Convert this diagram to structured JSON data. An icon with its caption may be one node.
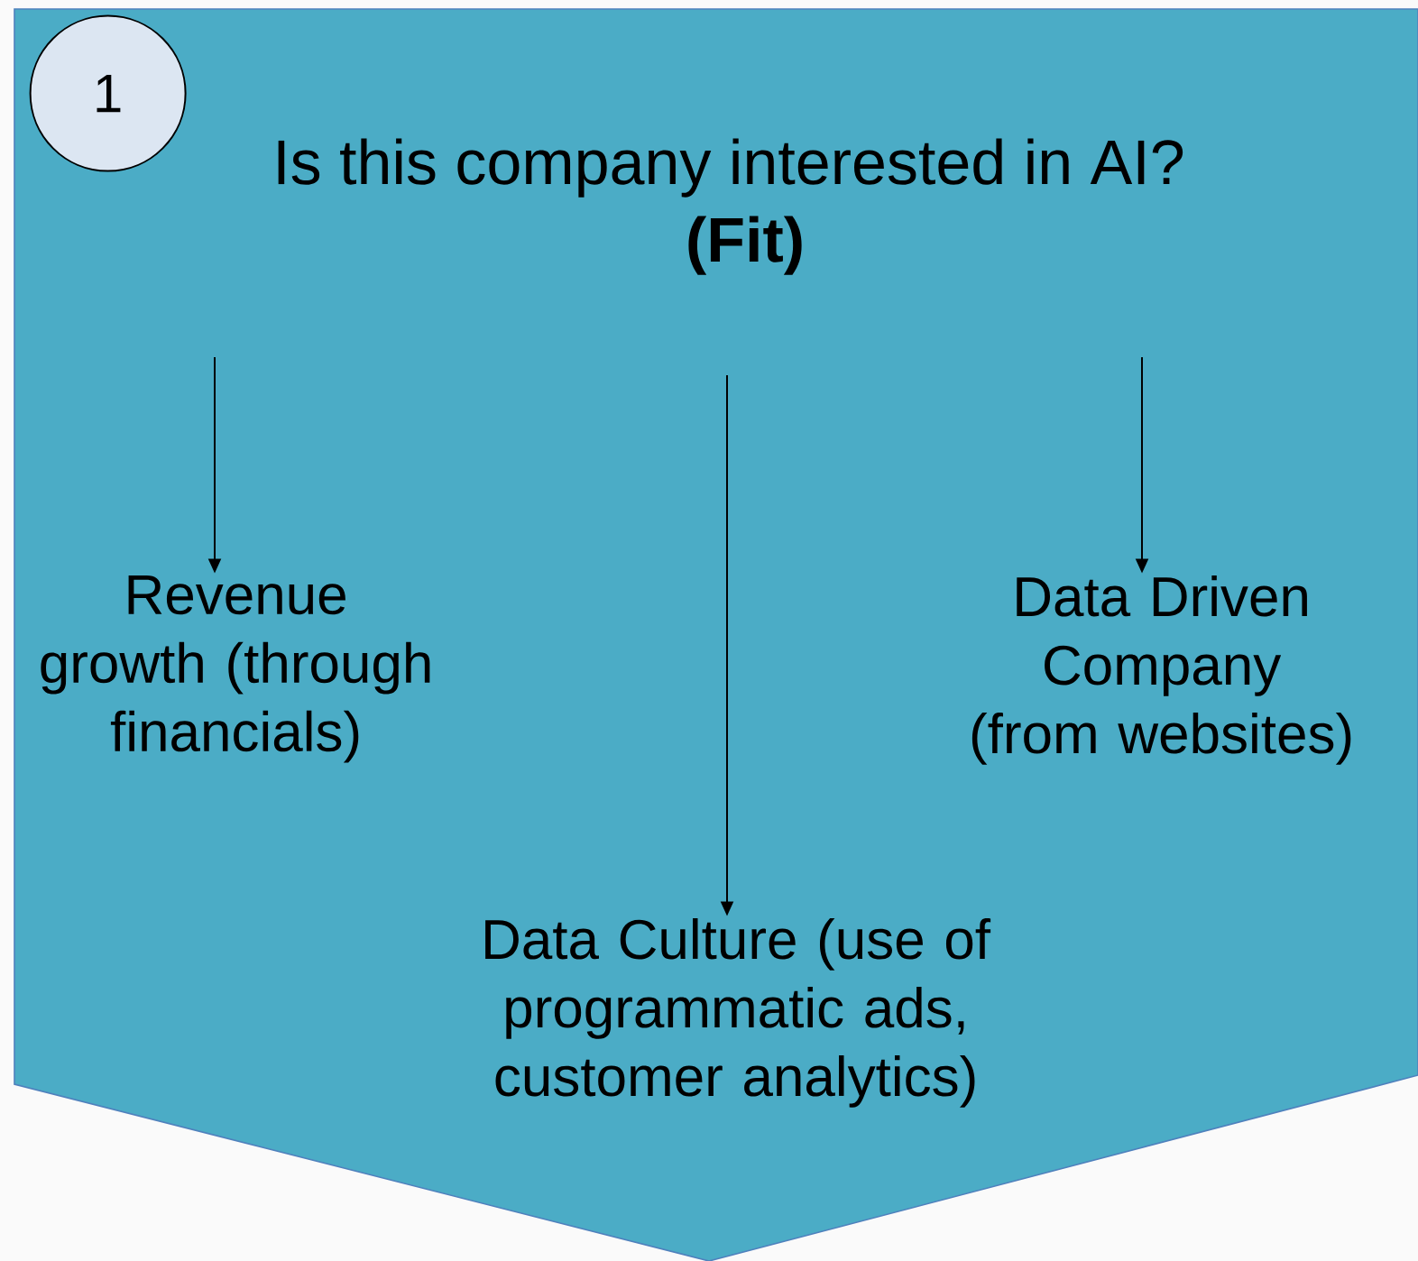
{
  "diagram": {
    "nodes": [
      {
        "text": [
          "Is this company interested in AI?",
          "(Fit)"
        ]
      },
      {
        "text": [
          "1"
        ],
        "in": 0
      },
      {
        "text": [
          "Revenue growth (through financials)"
        ],
        "in": 0
      },
      {
        "text": [
          "Data Driven Company (from websites)"
        ],
        "in": 0
      },
      {
        "text": [
          "Data Culture (use of programmatic ads, customer analytics)"
        ],
        "in": 0
      }
    ],
    "edges": [
      {
        "from": null,
        "to": 2,
        "arrow": "to"
      },
      {
        "from": null,
        "to": 4,
        "arrow": "to"
      },
      {
        "from": null,
        "to": 3,
        "arrow": "to"
      }
    ]
  }
}
